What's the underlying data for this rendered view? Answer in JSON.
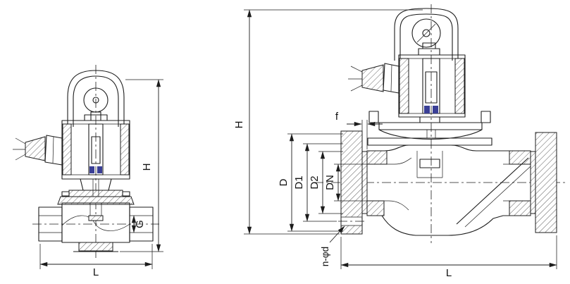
{
  "drawing": {
    "type": "technical-dimension-drawing",
    "colors": {
      "line": "#1c1c1c",
      "accent": "#3a3f96",
      "background": "#ffffff"
    },
    "left_view": {
      "name": "threaded-end solenoid valve outline",
      "labels": {
        "H": "H",
        "G": "G",
        "L": "L"
      }
    },
    "right_view": {
      "name": "flanged-end solenoid valve outline",
      "labels": {
        "H": "H",
        "f": "f",
        "D": "D",
        "D1": "D1",
        "D2": "D2",
        "DN": "DN",
        "n_phi_d": "n-φd",
        "L": "L"
      }
    }
  }
}
